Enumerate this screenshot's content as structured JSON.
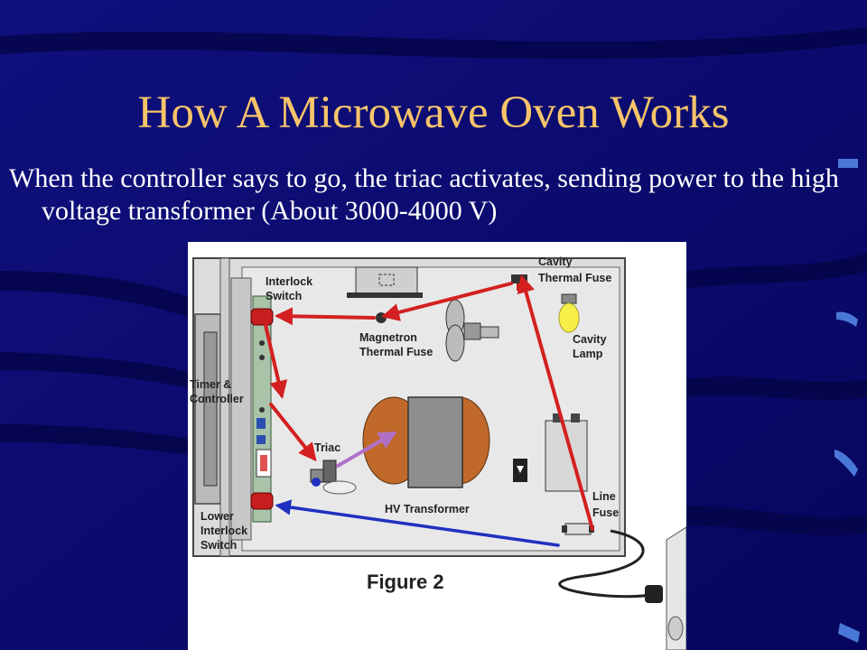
{
  "slide": {
    "title": "How A Microwave Oven Works",
    "body": "When the controller says to go, the triac activates, sending power to the high voltage transformer (About 3000-4000 V)"
  },
  "figure": {
    "caption": "Figure 2",
    "labels": {
      "interlock_switch_1": "Interlock",
      "interlock_switch_2": "Switch",
      "magnetron_fuse_1": "Magnetron",
      "magnetron_fuse_2": "Thermal Fuse",
      "cavity_fuse_1": "Cavity",
      "cavity_fuse_2": "Thermal Fuse",
      "cavity_lamp_1": "Cavity",
      "cavity_lamp_2": "Lamp",
      "timer_1": "Timer &",
      "timer_2": "Controller",
      "triac": "Triac",
      "hv_transformer": "HV Transformer",
      "line_fuse_1": "Line",
      "line_fuse_2": "Fuse",
      "lower_switch_1": "Lower",
      "lower_switch_2": "Interlock",
      "lower_switch_3": "Switch"
    },
    "colors": {
      "power_path": "#d42020",
      "return_path": "#2030c0",
      "triac_signal": "#b070c8"
    }
  }
}
